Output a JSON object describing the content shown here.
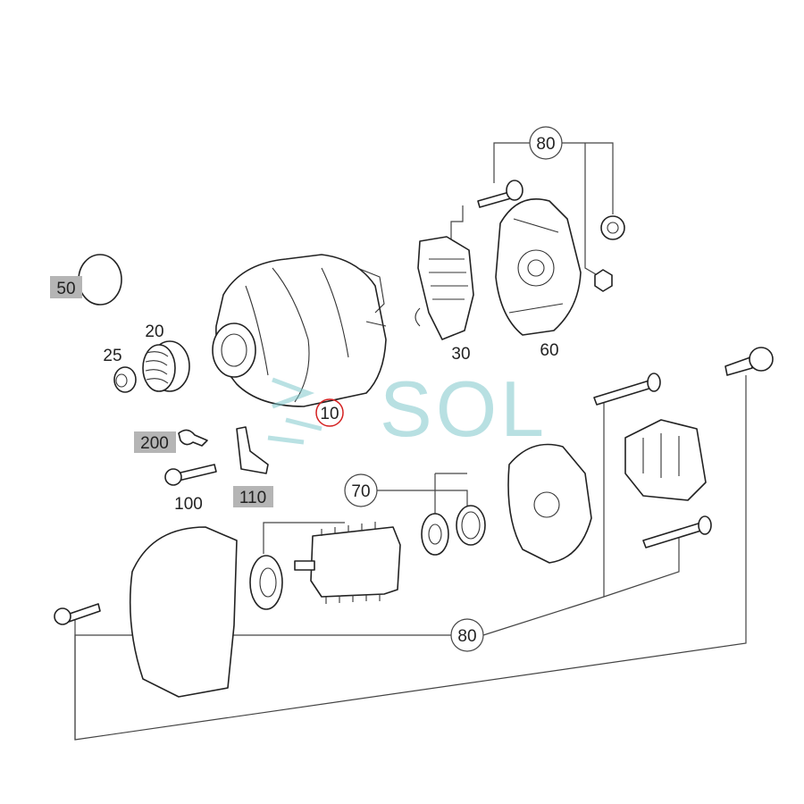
{
  "diagram": {
    "labels": {
      "p80_top": "80",
      "p50": "50",
      "p20": "20",
      "p25": "25",
      "p10": "10",
      "p30": "30",
      "p60": "60",
      "p200": "200",
      "p100": "100",
      "p110": "110",
      "p70": "70",
      "p80_bottom": "80"
    },
    "highlighted_labels": [
      "50",
      "200",
      "110"
    ],
    "selected_label": "10",
    "watermark": "SOL",
    "colors": {
      "selected_ring": "#d42020",
      "label_highlight": "#b5b5b5",
      "watermark": "#7fc8cc"
    }
  }
}
